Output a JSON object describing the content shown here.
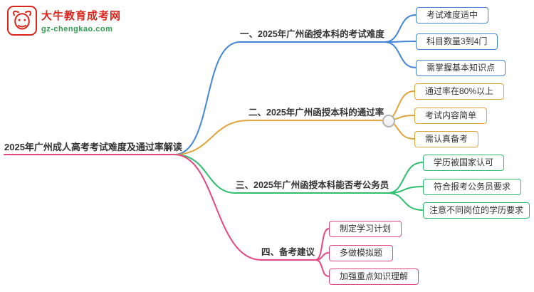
{
  "logo": {
    "brand": "大牛教育成考网",
    "domain": "gz-chengkao.com",
    "accent": "#d9251c",
    "domain_color": "#2e9e4f"
  },
  "root": {
    "label": "2025年广州成人高考考试难度及通过率解读",
    "color": "#e8477e"
  },
  "branches": [
    {
      "label": "一、2025年广州函授本科的考试难度",
      "color": "#4485d8",
      "children": [
        "考试难度适中",
        "科目数量3到4门",
        "需掌握基本知识点"
      ]
    },
    {
      "label": "二、2025年广州函授本科的通过率",
      "color": "#e0a43b",
      "children": [
        "通过率在80%以上",
        "考试内容简单",
        "需认真备考"
      ]
    },
    {
      "label": "三、2025年广州函授本科能否考公务员",
      "color": "#2fbe6e",
      "children": [
        "学历被国家认可",
        "符合报考公务员要求",
        "注意不同岗位的学历要求"
      ]
    },
    {
      "label": "四、备考建议",
      "color": "#e8477e",
      "children": [
        "制定学习计划",
        "多做模拟题",
        "加强重点知识理解"
      ]
    }
  ]
}
